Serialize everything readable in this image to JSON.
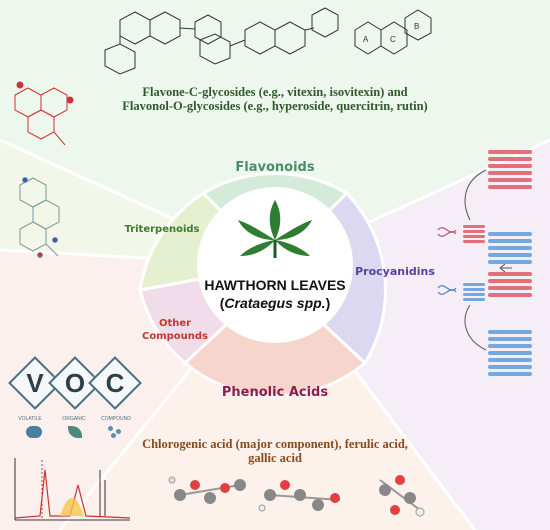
{
  "center": {
    "title": "HAWTHORN LEAVES",
    "paren_open": "(",
    "species": "Crataegus spp.",
    "paren_close": ")"
  },
  "segments": {
    "flavonoids": "Flavonoids",
    "procyanidins": "Procyanidins",
    "phenolic_acids": "Phenolic Acids",
    "other_compounds_line1": "Other",
    "other_compounds_line2": "Compounds",
    "triterpenoids": "Triterpenoids"
  },
  "descriptions": {
    "flavonoids_line1": "Flavone-C-glycosides (e.g., vitexin, isovitexin) and",
    "flavonoids_line2": "Flavonol-O-glycosides (e.g., hyperoside, quercitrin, rutin)",
    "phenolic_line1": "Chlorogenic acid (major component), ferulic acid,",
    "phenolic_line2": "gallic acid"
  },
  "voc": {
    "letters": [
      "V",
      "O",
      "C"
    ],
    "captions": [
      "VOLATILE",
      "ORGANIC",
      "COMPOUND"
    ]
  },
  "colors": {
    "flavonoids_green": "#4a8e6b",
    "procyanidins_purple": "#5a3e9e",
    "phenolic_maroon": "#8b1f4f",
    "other_red": "#c0392b",
    "triterpenoids_green": "#3f7a2f",
    "description_text": "#2f5a2a",
    "phenolic_desc_text": "#8a4a1a",
    "leaf_green": "#2e7d32"
  }
}
